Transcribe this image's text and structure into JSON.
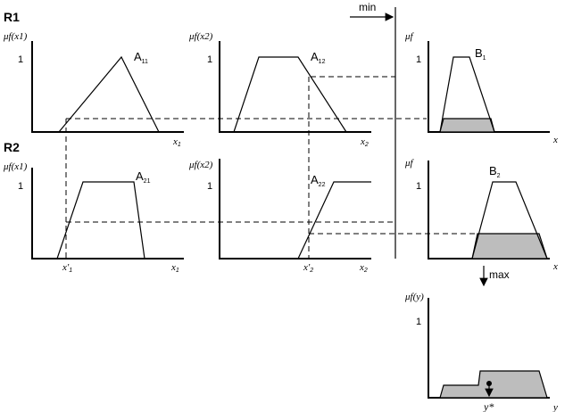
{
  "rules": {
    "r1": "R1",
    "r2": "R2"
  },
  "ops": {
    "min": "min",
    "max": "max"
  },
  "ylabels": {
    "mu_x1": "μf(x1)",
    "mu_x2": "μf(x2)",
    "mu_f": "μf",
    "mu_y": "μf(y)"
  },
  "one": "1",
  "sets": {
    "a11_base": "A",
    "a11_sub": "11",
    "a12_base": "A",
    "a12_sub": "12",
    "a21_base": "A",
    "a21_sub": "21",
    "a22_base": "A",
    "a22_sub": "22",
    "b1_base": "B",
    "b1_sub": "1",
    "b2_base": "B",
    "b2_sub": "2"
  },
  "axes": {
    "x1_base": "x",
    "x1_sub": "1",
    "x2_base": "x",
    "x2_sub": "2",
    "x": "x",
    "y": "y"
  },
  "inputs": {
    "x1p_base": "x'",
    "x1p_sub": "1",
    "x2p_base": "x'",
    "x2p_sub": "2"
  },
  "output": {
    "ystar": "y*"
  }
}
